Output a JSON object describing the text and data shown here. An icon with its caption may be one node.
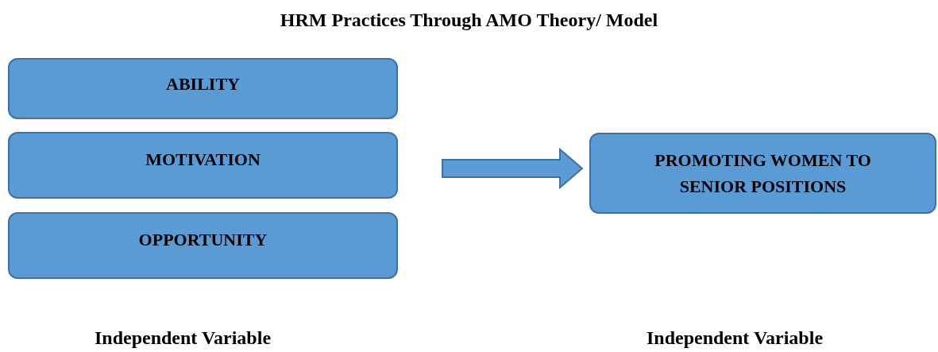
{
  "diagram": {
    "title": "HRM Practices Through AMO Theory/ Model",
    "nodes": [
      {
        "text": [
          "ABILITY"
        ]
      },
      {
        "text": [
          "MOTIVATION"
        ]
      },
      {
        "text": [
          "OPPORTUNITY"
        ]
      },
      {
        "text": [
          "PROMOTING WOMEN TO SENIOR POSITIONS"
        ]
      }
    ],
    "edges": [
      {
        "from": 1,
        "to": 3,
        "arrow": "to"
      }
    ],
    "labels": [
      "Independent Variable",
      "Independent Variable"
    ]
  }
}
